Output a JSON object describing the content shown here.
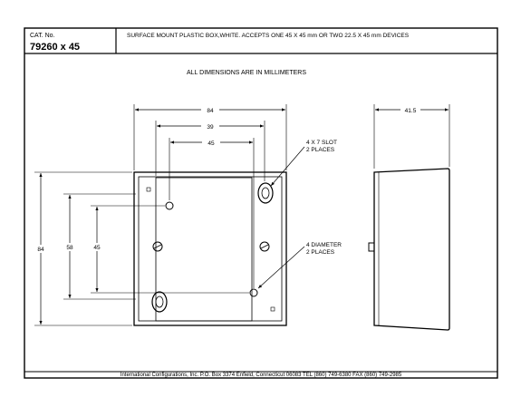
{
  "header": {
    "cat_label": "CAT. No.",
    "cat_number": "79260 x 45",
    "description": "SURFACE MOUNT PLASTIC BOX,WHITE. ACCEPTS ONE 45 X 45 mm OR TWO 22.5 X 45 mm DEVICES"
  },
  "note": "ALL DIMENSIONS ARE IN MILLIMETERS",
  "dimensions": {
    "width_overall": "84",
    "width_mid": "39",
    "width_inner": "45",
    "depth": "41.5",
    "height_overall": "84",
    "height_mid": "58",
    "height_inner": "45"
  },
  "callouts": {
    "slot": [
      "4 X 7 SLOT",
      "2 PLACES"
    ],
    "hole": [
      "4 DIAMETER",
      "2 PLACES"
    ]
  },
  "footer": "International Configurations, Inc.  P.O. Box 3374  Enfield, Connecticut 06083 TEL (860) 749-6380  FAX (860) 749-2985"
}
